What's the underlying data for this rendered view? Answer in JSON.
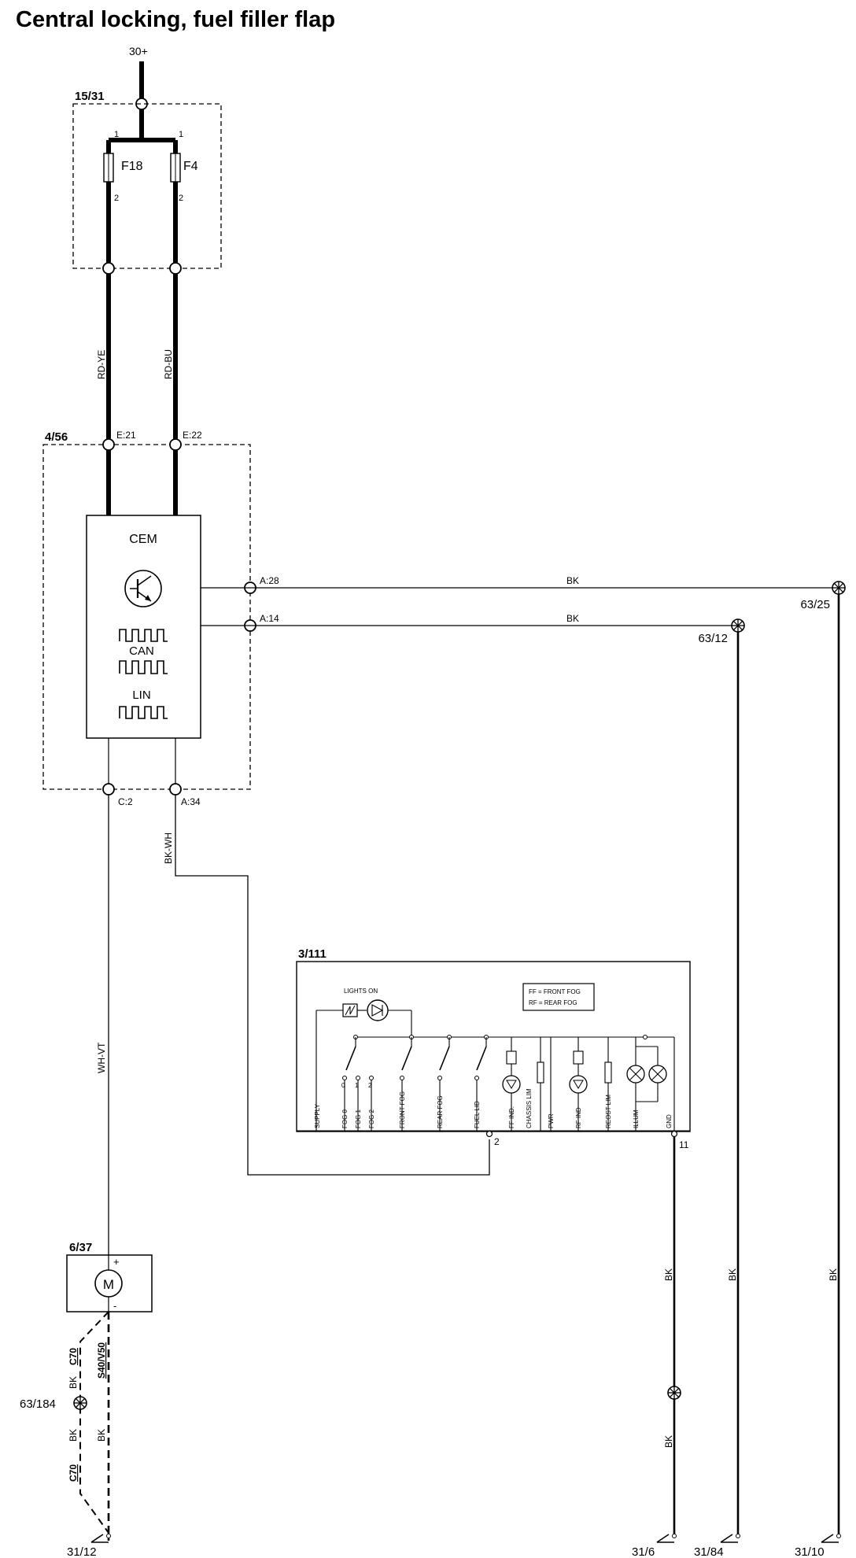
{
  "title": "Central locking, fuel filler flap",
  "supply": {
    "label": "30+"
  },
  "fusebox": {
    "id": "15/31",
    "fuses": [
      {
        "name": "F18",
        "pin_in": "1",
        "pin_out": "2"
      },
      {
        "name": "F4",
        "pin_in": "1",
        "pin_out": "2"
      }
    ]
  },
  "wires": {
    "rd_ye": "RD-YE",
    "rd_bu": "RD-BU",
    "bk_wh": "BK-WH",
    "wh_vt": "WH-VT",
    "bk": "BK",
    "bk_c70_upper": "BK",
    "c70_upper": "C70",
    "s40_v50": "S40/V50",
    "bk_c70_lower": "BK",
    "c70_lower": "C70"
  },
  "cem_module": {
    "id": "4/56",
    "name": "CEM",
    "bus_can": "CAN",
    "bus_lin": "LIN",
    "pins": {
      "e21": "E:21",
      "e22": "E:22",
      "a28": "A:28",
      "a14": "A:14",
      "c2": "C:2",
      "a34": "A:34"
    }
  },
  "switch_module": {
    "id": "3/111",
    "lights_on": "LIGHTS ON",
    "legend": [
      "FF = FRONT FOG",
      "RF = REAR FOG"
    ],
    "contacts": [
      "0",
      "1",
      "2"
    ],
    "terminals": [
      "SUPPLY",
      "FOG 0",
      "FOG 1",
      "FOG 2",
      "FRONT FOG",
      "REAR FOG",
      "FUEL LID",
      "FF IND.",
      "CHASSIS LIM",
      "PWR",
      "RF IND",
      "REOST LIM",
      "ILLUM",
      "GND"
    ],
    "pin_fuel": "2",
    "pin_gnd": "11"
  },
  "motor": {
    "id": "6/37",
    "symbol": "M",
    "plus": "+",
    "minus": "-"
  },
  "grounds": {
    "g63_25": "63/25",
    "g63_12": "63/12",
    "g63_184": "63/184",
    "g31_12": "31/12",
    "g31_6": "31/6",
    "g31_84": "31/84",
    "g31_10": "31/10"
  }
}
